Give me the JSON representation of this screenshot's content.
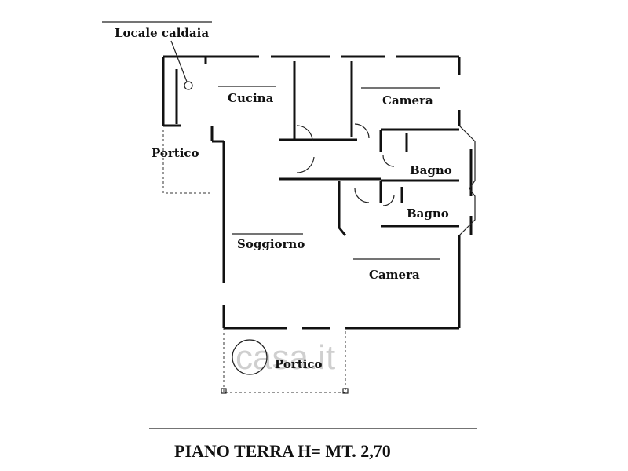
{
  "labels": {
    "locale_caldaia": "Locale caldaia",
    "cucina": "Cucina",
    "camera_top": "Camera",
    "portico_left": "Portico",
    "bagno_1": "Bagno",
    "bagno_2": "Bagno",
    "soggiorno": "Soggiorno",
    "camera_bottom": "Camera",
    "portico_bottom": "Portico"
  },
  "footer": {
    "title": "PIANO TERRA H= MT. 2,70"
  },
  "watermark": {
    "text": "casa.it"
  }
}
